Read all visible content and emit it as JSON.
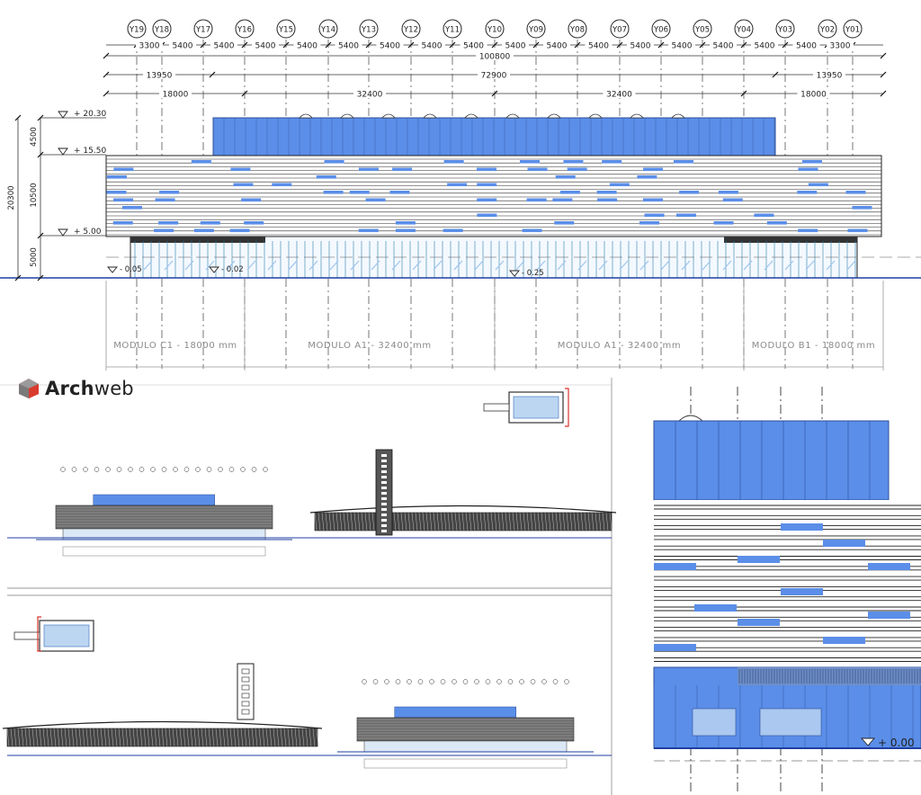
{
  "brand": {
    "name_bold": "Arch",
    "name_rest": "web"
  },
  "grid_axes": [
    "Y19",
    "Y18",
    "Y17",
    "Y16",
    "Y15",
    "Y14",
    "Y13",
    "Y12",
    "Y11",
    "Y10",
    "Y09",
    "Y08",
    "Y07",
    "Y06",
    "Y05",
    "Y04",
    "Y03",
    "Y02",
    "Y01"
  ],
  "bay_dimensions": [
    "3300",
    "5400",
    "5400",
    "5400",
    "5400",
    "5400",
    "5400",
    "5400",
    "5400",
    "5400",
    "5400",
    "5400",
    "5400",
    "5400",
    "5400",
    "5400",
    "5400",
    "3300"
  ],
  "overall_dimension": "100800",
  "second_row_dimensions": [
    "13950",
    "72900",
    "13950"
  ],
  "third_row_dimensions": [
    "18000",
    "32400",
    "32400",
    "18000"
  ],
  "level_labels": [
    "+ 20.30",
    "+ 15.50",
    "+ 5.00",
    "- 0.05",
    "- 0.02",
    "- 0.25",
    "+ 0.00"
  ],
  "vertical_dimensions": [
    "4500",
    "10500",
    "5000",
    "20300"
  ],
  "modules": [
    "MODULO  C1 - 18000 mm",
    "MODULO  A1 - 32400 mm",
    "MODULO  A1 - 32400 mm",
    "MODULO  B1 - 18000 mm"
  ],
  "colors": {
    "panel_blue": "#5b8ee8",
    "glass_blue": "#9ec4ee",
    "line": "#333333",
    "accent_red": "#d9322b"
  }
}
